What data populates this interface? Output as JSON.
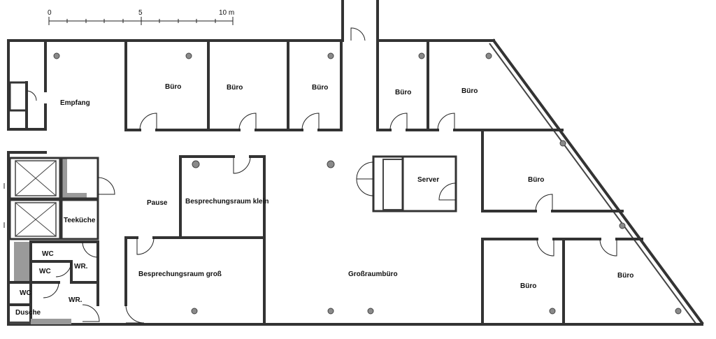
{
  "scale_bar": {
    "ticks": [
      "0",
      "5",
      "10 m"
    ]
  },
  "rooms": {
    "empfang": "Empfang",
    "buero_1": "Büro",
    "buero_2": "Büro",
    "buero_3": "Büro",
    "buero_4": "Büro",
    "buero_5": "Büro",
    "buero_6": "Büro",
    "buero_7": "Büro",
    "buero_8": "Büro",
    "server": "Server",
    "pause": "Pause",
    "besprechung_klein": "Besprechungsraum klein",
    "besprechung_gross": "Besprechungsraum groß",
    "grossraum": "Großraumbüro",
    "teekueche": "Teeküche",
    "wc_1": "WC",
    "wc_2": "WC",
    "wc_3": "WC",
    "wr_1": "WR.",
    "wr_2": "WR.",
    "dusche": "Dusche"
  },
  "colors": {
    "wall": "#333333",
    "fill_shaded": "#9a9a9a",
    "background": "#ffffff"
  }
}
